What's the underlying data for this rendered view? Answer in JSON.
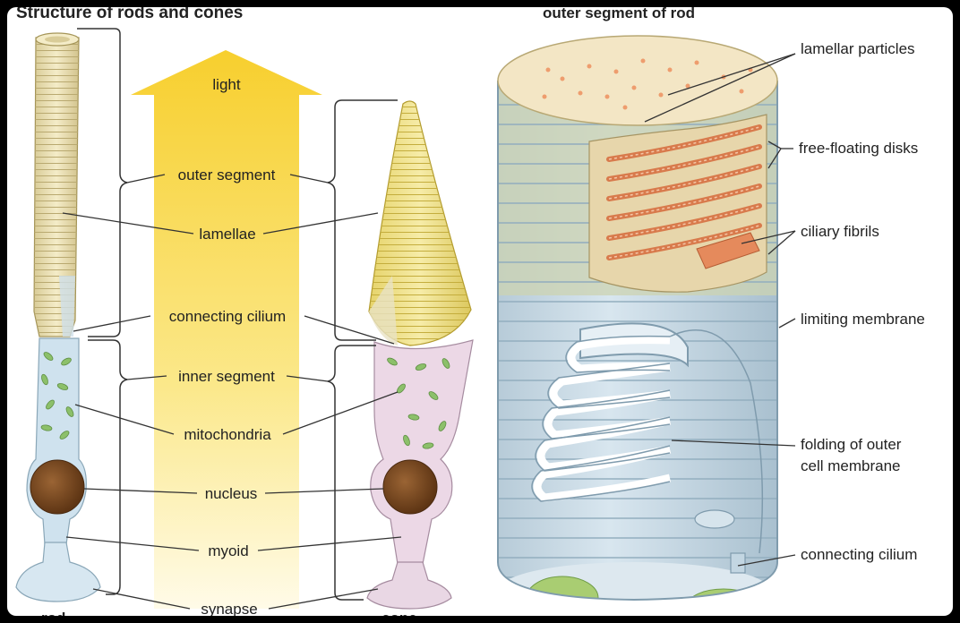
{
  "left_title": "Structure of rods and cones",
  "right_title": "outer segment of rod",
  "center": {
    "light": "light",
    "outer_segment": "outer segment",
    "lamellae": "lamellae",
    "connecting_cilium": "connecting cilium",
    "inner_segment": "inner segment",
    "mitochondria": "mitochondria",
    "nucleus": "nucleus",
    "myoid": "myoid",
    "synapse": "synapse"
  },
  "bottom": {
    "rod": "rod",
    "cone": "cone"
  },
  "right_labels": {
    "lamellar_particles": "lamellar particles",
    "free_floating_disks": "free-floating disks",
    "ciliary_fibrils": "ciliary fibrils",
    "limiting_membrane": "limiting membrane",
    "folding_line1": "folding of outer",
    "folding_line2": "cell membrane",
    "connecting_cilium": "connecting cilium"
  },
  "colors": {
    "rod_fill": "#e9dfb8",
    "cone_fill": "#efe08a",
    "inner_blue": "#cfe2ee",
    "inner_pink": "#ecd8e6",
    "nucleus": "#7a4a22",
    "mito": "#8cc06a",
    "light_arrow": "#f8d94a",
    "disk_orange": "#e0875a",
    "cylinder_blue": "#c9dbe7"
  }
}
